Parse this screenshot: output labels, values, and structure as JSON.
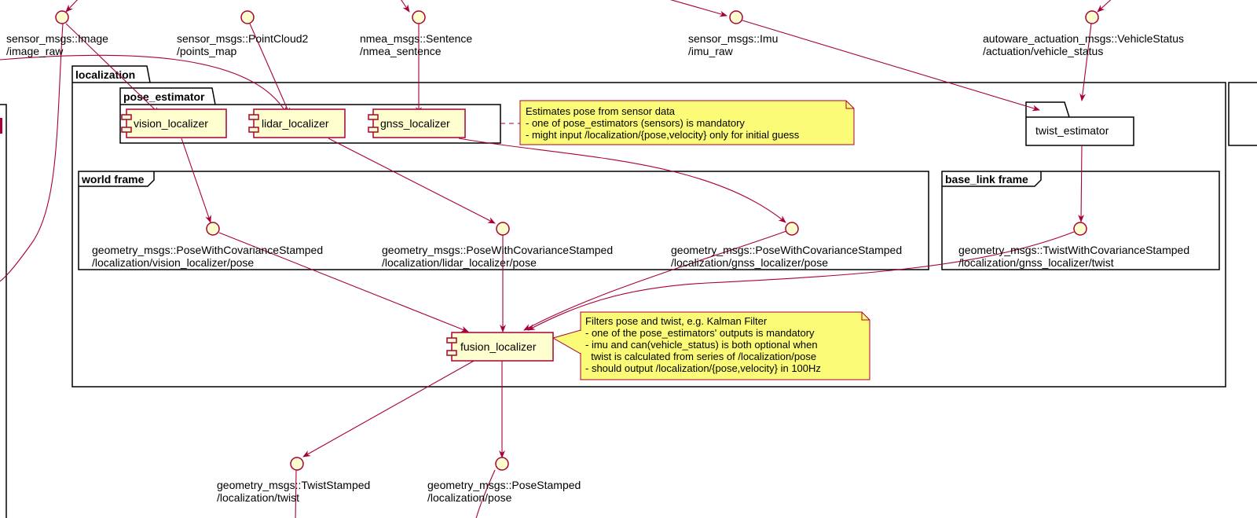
{
  "colors": {
    "accent": "#a80036",
    "component_fill": "#fefece",
    "note_fill": "#fbfb77"
  },
  "interfaces": {
    "image": {
      "type": "sensor_msgs::Image",
      "topic": "/image_raw"
    },
    "pointcloud": {
      "type": "sensor_msgs::PointCloud2",
      "topic": "/points_map"
    },
    "nmea": {
      "type": "nmea_msgs::Sentence",
      "topic": "/nmea_sentence"
    },
    "imu": {
      "type": "sensor_msgs::Imu",
      "topic": "/imu_raw"
    },
    "vehicle_status": {
      "type": "autoware_actuation_msgs::VehicleStatus",
      "topic": "/actuation/vehicle_status"
    },
    "vision_pose": {
      "type": "geometry_msgs::PoseWithCovarianceStamped",
      "topic": "/localization/vision_localizer/pose"
    },
    "lidar_pose": {
      "type": "geometry_msgs::PoseWithCovarianceStamped",
      "topic": "/localization/lidar_localizer/pose"
    },
    "gnss_pose": {
      "type": "geometry_msgs::PoseWithCovarianceStamped",
      "topic": "/localization/gnss_localizer/pose"
    },
    "gnss_twist": {
      "type": "geometry_msgs::TwistWithCovarianceStamped",
      "topic": "/localization/gnss_localizer/twist"
    },
    "out_twist": {
      "type": "geometry_msgs::TwistStamped",
      "topic": "/localization/twist"
    },
    "out_pose": {
      "type": "geometry_msgs::PoseStamped",
      "topic": "/localization/pose"
    }
  },
  "packages": {
    "localization": "localization",
    "pose_estimator": "pose_estimator",
    "twist_estimator": "twist_estimator"
  },
  "frames": {
    "world": "world frame",
    "base_link": "base_link frame"
  },
  "components": {
    "vision_localizer": "vision_localizer",
    "lidar_localizer": "lidar_localizer",
    "gnss_localizer": "gnss_localizer",
    "fusion_localizer": "fusion_localizer"
  },
  "notes": {
    "pose_note": [
      "Estimates pose from sensor data",
      "- one of pose_estimators (sensors) is mandatory",
      "- might input /localization/{pose,velocity} only for initial guess"
    ],
    "fusion_note": [
      "Filters pose and twist, e.g. Kalman Filter",
      "- one of the pose_estimators' outputs is mandatory",
      "- imu and can(vehicle_status) is both optional when",
      "  twist is calculated from series of /localization/pose",
      "- should output /localization/{pose,velocity} in 100Hz"
    ]
  }
}
